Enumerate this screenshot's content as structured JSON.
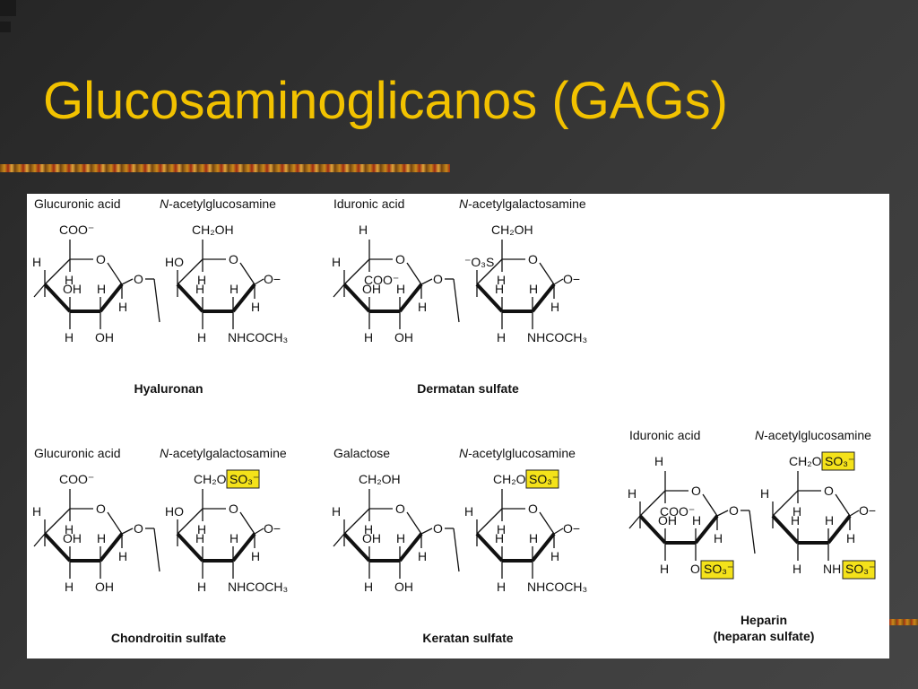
{
  "slide": {
    "title": "Glucosaminoglicanos (GAGs)"
  },
  "colors": {
    "title": "#f2c200",
    "highlight": "#f4e21a",
    "background": "#333333"
  },
  "diagrams": [
    {
      "name": "Hyaluronan",
      "name_line2": "",
      "unit1": {
        "label": "Glucuronic acid",
        "top_sub": "COO⁻",
        "up_sub": "H",
        "top_hl": false,
        "bot_sub": "OH",
        "bot_hl": false
      },
      "unit2": {
        "label_prefix": "N",
        "label_rest": "-acetylglucosamine",
        "top_sub": "CH₂OH",
        "top_hl": false,
        "left_sub": "HO",
        "up_sub": "H",
        "bot_sub": "NHCOCH₃",
        "bot_hl": false
      }
    },
    {
      "name": "Dermatan sulfate",
      "name_line2": "",
      "unit1": {
        "label": "Iduronic acid",
        "top_sub": "H",
        "up_sub": "COO⁻",
        "top_hl": false,
        "bot_sub": "OH",
        "bot_hl": false
      },
      "unit2": {
        "label_prefix": "N",
        "label_rest": "-acetylgalactosamine",
        "top_sub": "CH₂OH",
        "top_hl": false,
        "left_sub": "⁻O₃S",
        "up_sub": "H",
        "bot_sub": "NHCOCH₃",
        "bot_hl": false
      }
    },
    {
      "name": "Chondroitin sulfate",
      "name_line2": "",
      "unit1": {
        "label": "Glucuronic acid",
        "top_sub": "COO⁻",
        "up_sub": "H",
        "top_hl": false,
        "bot_sub": "OH",
        "bot_hl": false
      },
      "unit2": {
        "label_prefix": "N",
        "label_rest": "-acetylgalactosamine",
        "top_sub": "CH₂O",
        "top_hl": true,
        "left_sub": "HO",
        "up_sub": "H",
        "bot_sub": "NHCOCH₃",
        "bot_hl": false
      }
    },
    {
      "name": "Keratan sulfate",
      "name_line2": "",
      "unit1": {
        "label": "Galactose",
        "top_sub": "CH₂OH",
        "up_sub": "H",
        "top_hl": false,
        "bot_sub": "OH",
        "bot_hl": false
      },
      "unit2": {
        "label_prefix": "N",
        "label_rest": "-acetylglucosamine",
        "top_sub": "CH₂O",
        "top_hl": true,
        "left_sub": "H",
        "up_sub": "H",
        "bot_sub": "NHCOCH₃",
        "bot_hl": false
      }
    },
    {
      "name": "Heparin",
      "name_line2": "(heparan sulfate)",
      "unit1": {
        "label": "Iduronic acid",
        "top_sub": "H",
        "up_sub": "COO⁻",
        "top_hl": false,
        "bot_sub": "O",
        "bot_hl": true
      },
      "unit2": {
        "label_prefix": "N",
        "label_rest": "-acetylglucosamine",
        "top_sub": "CH₂O",
        "top_hl": true,
        "left_sub": "H",
        "up_sub": "H",
        "bot_sub": "NH",
        "bot_hl": true
      }
    }
  ],
  "chem": {
    "O": "O",
    "H": "H",
    "OH": "OH",
    "HO": "HO",
    "O_minus": "O−",
    "SO3": "SO₃⁻"
  }
}
